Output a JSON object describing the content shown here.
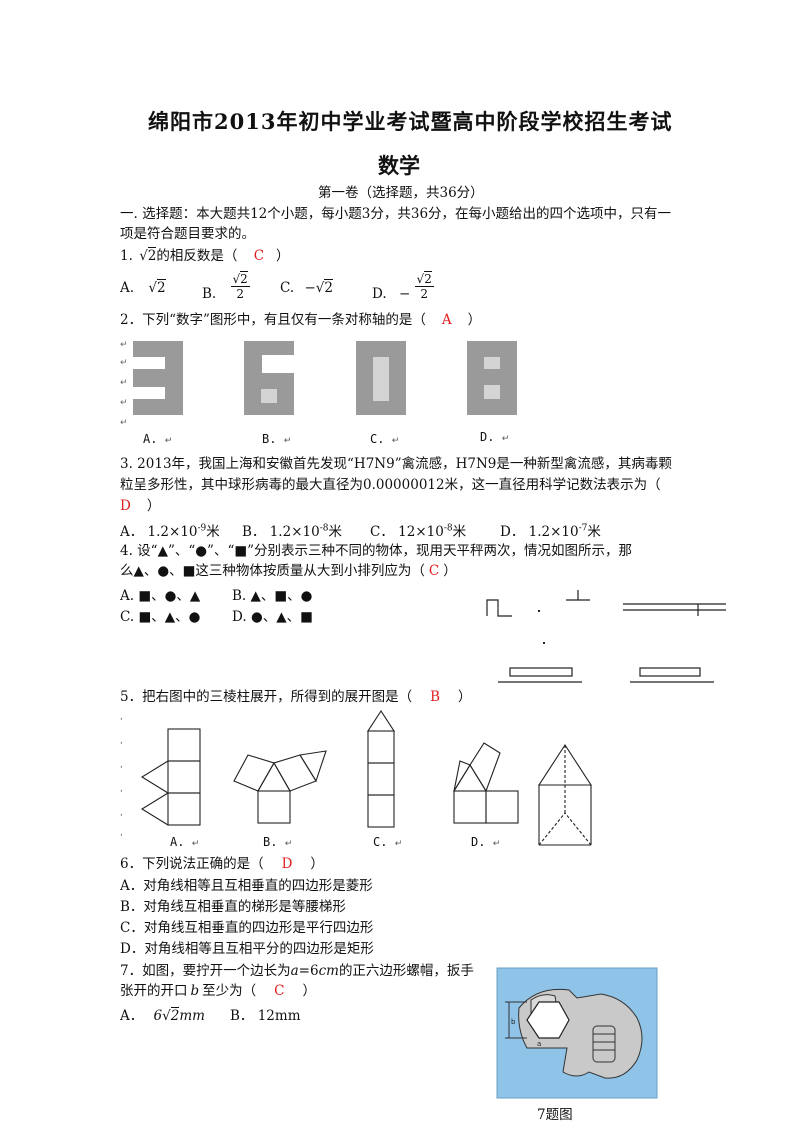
{
  "title": "绵阳市2013年初中学业考试暨高中阶段学校招生考试",
  "subtitle": "数学",
  "part": "第一卷（选择题，共36分）",
  "section": {
    "line1": "一. 选择题：本大题共12个小题，每小题3分，共36分，在每小题给出的四个选项中，只有一",
    "line2": "项是符合题目要求的。"
  },
  "q1": {
    "num": "1.",
    "stem": "的相反数是（",
    "answer": "C",
    "close": "）",
    "radical": "2",
    "options": [
      {
        "label": "A.",
        "text": "√2"
      },
      {
        "label": "B.",
        "num": "√2",
        "den": "2"
      },
      {
        "label": "C.",
        "text": "−√2"
      },
      {
        "label": "D.",
        "sign": "−",
        "num": "√2",
        "den": "2"
      }
    ]
  },
  "q2": {
    "stem": "2．下列“数字”图形中，有且仅有一条对称轴的是（",
    "answer": "A",
    "close": "）",
    "labels": [
      "A.",
      "B.",
      "C.",
      "D."
    ]
  },
  "q3": {
    "line1": "3. 2013年，我国上海和安徽首先发现“H7N9”禽流感，H7N9是一种新型禽流感，其病毒颗",
    "line2": "粒呈多形性，其中球形病毒的最大直径为0.00000012米，这一直径用科学记数法表示为（",
    "answer": "D",
    "close": "）",
    "options": [
      {
        "label": "A．",
        "mant": "1.2×10",
        "exp": "-9",
        "unit": "米"
      },
      {
        "label": "B．",
        "mant": "1.2×10",
        "exp": "-8",
        "unit": "米"
      },
      {
        "label": "C．",
        "mant": "12×10",
        "exp": "-8",
        "unit": "米"
      },
      {
        "label": "D．",
        "mant": "1.2×10",
        "exp": "-7",
        "unit": "米"
      }
    ]
  },
  "q4": {
    "line1": "4. 设“▲”、“●”、“■”分别表示三种不同的物体，现用天平秤两次，情况如图所示，那",
    "line2": "么▲、●、■这三种物体按质量从大到小排列应为（",
    "answer": "C",
    "close": "）",
    "options": [
      {
        "label": "A.",
        "text": "■、●、▲"
      },
      {
        "label": "B.",
        "text": "▲、■、●"
      },
      {
        "label": "C.",
        "text": "■、▲、●"
      },
      {
        "label": "D.",
        "text": "●、▲、■"
      }
    ]
  },
  "q5": {
    "stem": "5．把右图中的三棱柱展开，所得到的展开图是（",
    "answer": "B",
    "close": "）",
    "labels": [
      "A.",
      "B.",
      "C.",
      "D."
    ]
  },
  "q6": {
    "stem": "6．下列说法正确的是（",
    "answer": "D",
    "close": "）",
    "options": [
      "A．对角线相等且互相垂直的四边形是菱形",
      "B．对角线互相垂直的梯形是等腰梯形",
      "C．对角线互相垂直的四边形是平行四边形",
      "D．对角线相等且互相平分的四边形是矩形"
    ]
  },
  "q7": {
    "line1a": "7．如图，要拧开一个边长为",
    "var_a": "a",
    "eq": "=6",
    "unit_cm": "cm",
    "line1b": "的正六边形螺帽，扳手",
    "line2a": "张开的开口",
    "var_b": "b",
    "line2b": "至少为（",
    "answer": "C",
    "close": "）",
    "optA_label": "A．",
    "optA_coef": "6",
    "optA_rad": "2",
    "optA_unit": "mm",
    "optB": "B．  12mm",
    "caption": "7题图",
    "wrench_color": "#8fc3e8"
  },
  "colors": {
    "answer": "#e02020",
    "figure_gray": "#9a9a9a",
    "figure_light": "#d4d4d4"
  }
}
